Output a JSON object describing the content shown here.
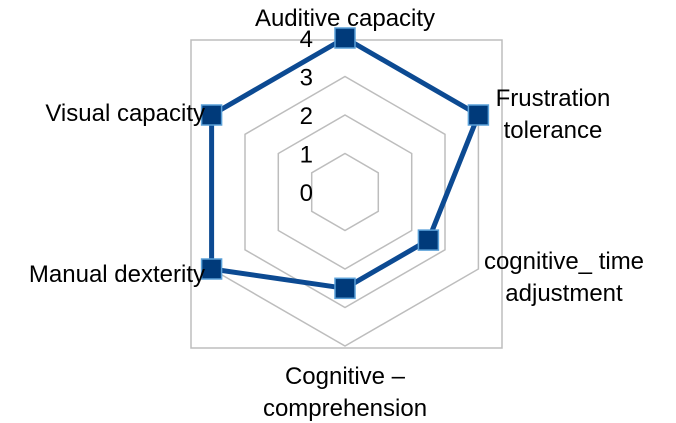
{
  "chart_data": {
    "type": "radar",
    "categories": [
      "Auditive capacity",
      "Frustration tolerance",
      "cognitive_ time adjustment",
      "Cognitive – comprehension",
      "Manual dexterity",
      "Visual capacity"
    ],
    "category_lines": [
      [
        "Auditive capacity"
      ],
      [
        "Frustration",
        "tolerance"
      ],
      [
        "cognitive_ time",
        "adjustment"
      ],
      [
        "Cognitive –",
        "comprehension"
      ],
      [
        "Manual dexterity"
      ],
      [
        "Visual capacity"
      ]
    ],
    "series": [
      {
        "values": [
          4,
          4,
          2.5,
          2.5,
          4,
          4
        ]
      }
    ],
    "rlim": [
      0,
      4
    ],
    "ticks": [
      0,
      1,
      2,
      3,
      4
    ],
    "tick_labels": [
      "0",
      "1",
      "2",
      "3",
      "4"
    ],
    "legend": "none",
    "colors": {
      "series_line": "#0c4a92",
      "marker_fill": "#003a7a",
      "marker_stroke": "#5aa0d8",
      "grid": "#bdbdbd",
      "frame": "#bdbdbd"
    }
  }
}
